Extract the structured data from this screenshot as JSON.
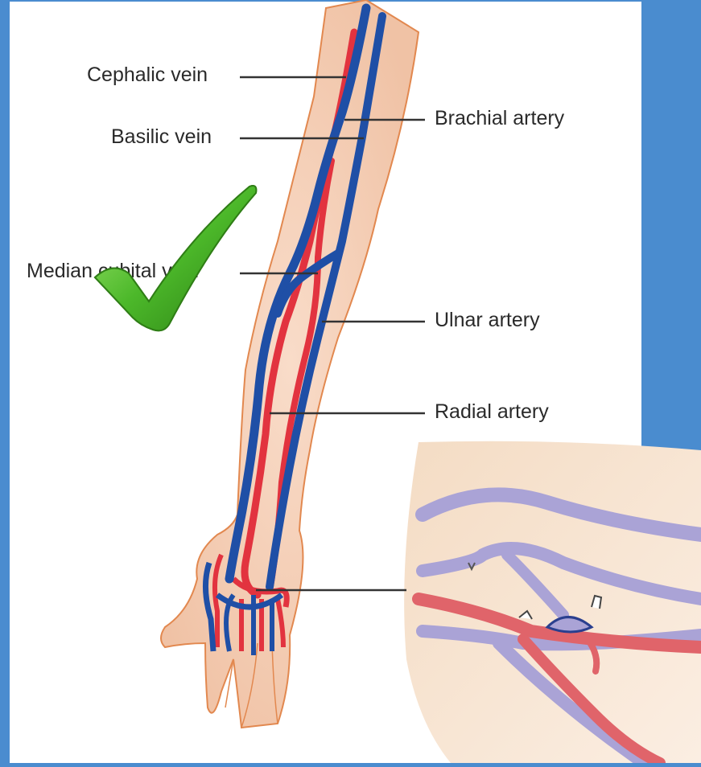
{
  "colors": {
    "background": "#4a8ccf",
    "panel": "#ffffff",
    "skin": "#f6d4c0",
    "skin_outline": "#e2884f",
    "vein": "#1f4fa6",
    "artery": "#e2333f",
    "vein_inset": "#aaa3d6",
    "artery_inset": "#e0646a",
    "check": "#4cb82a",
    "leader_line": "#333333"
  },
  "icons": [
    "check-mark-icon"
  ],
  "labels": {
    "cephalic_vein": "Cephalic vein",
    "basilic_vein": "Basilic vein",
    "median_cubital_vein": "Median cubital vein",
    "brachial_artery": "Brachial artery",
    "ulnar_artery": "Ulnar artery",
    "radial_artery": "Radial artery"
  }
}
